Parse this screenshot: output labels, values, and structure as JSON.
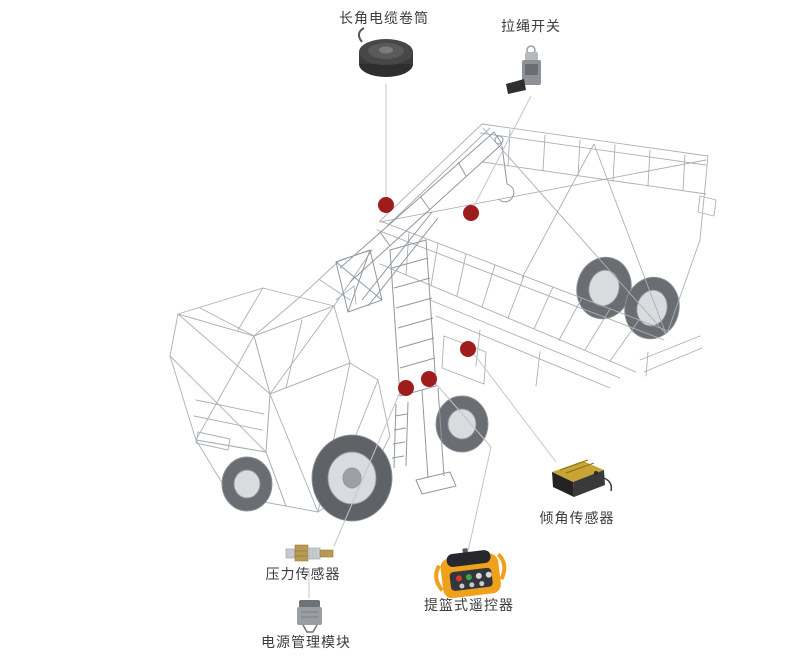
{
  "page": {
    "background": "#ffffff"
  },
  "colors": {
    "marker_red": "#9e1c1c",
    "leader_line": "#c3c6ca",
    "wireframe_gray": "#aab0b8",
    "remote_orange": "#f0a11c",
    "sensor_label_yellow": "#c7a433",
    "label_text": "#3c3c3c"
  },
  "diagram": {
    "labels": {
      "cable_reel": "长角电缆卷筒",
      "pull_switch": "拉绳开关",
      "tilt_sensor": "倾角传感器",
      "pressure_sensor": "压力传感器",
      "power_module": "电源管理模块",
      "remote_control": "提篮式遥控器"
    },
    "marker_count": 5,
    "icons": [
      "cable-reel-icon",
      "pull-rope-switch-icon",
      "tilt-sensor-icon",
      "pressure-sensor-icon",
      "power-module-icon",
      "remote-control-icon"
    ]
  }
}
